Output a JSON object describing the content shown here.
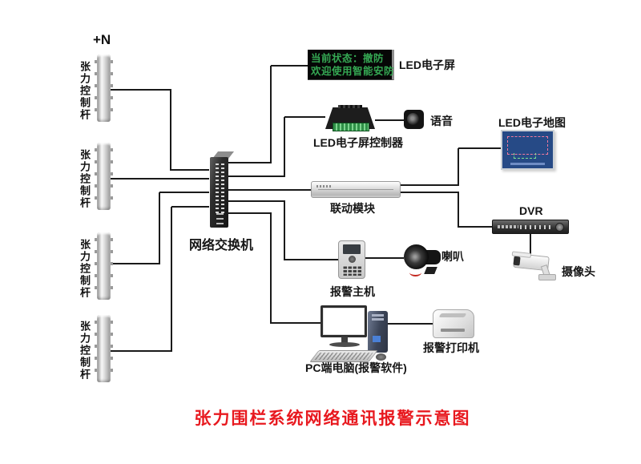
{
  "title": "张力围栏系统网络通讯报警示意图",
  "labels": {
    "plus_n": "+N",
    "pole": "张力控制杆",
    "switch": "网络交换机",
    "led_screen": "LED电子屏",
    "led_controller": "LED电子屏控制器",
    "voice": "语音",
    "linkage": "联动模块",
    "led_map": "LED电子地图",
    "dvr": "DVR",
    "camera": "摄像头",
    "alarm_host": "报警主机",
    "horn": "喇叭",
    "pc": "PC端电脑(报警软件)",
    "printer": "报警打印机"
  },
  "led_screen": {
    "line1": "当前状态：撤防",
    "line2": "欢迎使用智能安防"
  },
  "colors": {
    "wire": "#1a1a1a",
    "led_text": "#35a853",
    "led_bg": "#060606",
    "title": "#e8191f"
  },
  "wires": [
    [
      138,
      112,
      214,
      112
    ],
    [
      213,
      112,
      213,
      213
    ],
    [
      213,
      212,
      261,
      212
    ],
    [
      138,
      223,
      261,
      223
    ],
    [
      138,
      329,
      200,
      329
    ],
    [
      199,
      240,
      199,
      330
    ],
    [
      199,
      240,
      261,
      240
    ],
    [
      138,
      438,
      215,
      438
    ],
    [
      214,
      258,
      214,
      439
    ],
    [
      214,
      258,
      261,
      258
    ],
    [
      285,
      203,
      339,
      203
    ],
    [
      338,
      82,
      338,
      204
    ],
    [
      338,
      82,
      384,
      82
    ],
    [
      285,
      220,
      356,
      220
    ],
    [
      355,
      146,
      355,
      221
    ],
    [
      355,
      146,
      406,
      146
    ],
    [
      285,
      237,
      388,
      237
    ],
    [
      285,
      251,
      356,
      251
    ],
    [
      355,
      251,
      355,
      325
    ],
    [
      355,
      324,
      422,
      324
    ],
    [
      285,
      266,
      339,
      266
    ],
    [
      338,
      266,
      338,
      404
    ],
    [
      338,
      403,
      400,
      403
    ],
    [
      500,
      231,
      573,
      231
    ],
    [
      572,
      185,
      572,
      232
    ],
    [
      572,
      185,
      625,
      185
    ],
    [
      500,
      240,
      573,
      240
    ],
    [
      572,
      240,
      572,
      284
    ],
    [
      572,
      283,
      614,
      283
    ],
    [
      662,
      292,
      662,
      317
    ],
    [
      468,
      150,
      504,
      150
    ],
    [
      456,
      322,
      504,
      322
    ],
    [
      484,
      404,
      540,
      404
    ]
  ]
}
